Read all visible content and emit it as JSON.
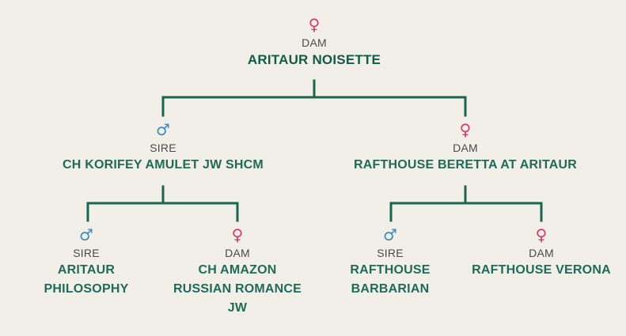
{
  "colors": {
    "background": "#f2efe9",
    "line": "#1b6450",
    "name_text": "#1f6b57",
    "female_icon": "#d03d6c",
    "male_icon": "#3a8bbf"
  },
  "pedigree": {
    "root": {
      "icon": "female-icon",
      "symbol": "♀",
      "role": "DAM",
      "name": "ARITAUR NOISETTE"
    },
    "sire": {
      "icon": "male-icon",
      "symbol": "♂",
      "role": "SIRE",
      "name": "CH KORIFEY AMULET JW SHCM"
    },
    "dam": {
      "icon": "female-icon",
      "symbol": "♀",
      "role": "DAM",
      "name": "RAFTHOUSE BERETTA AT ARITAUR"
    },
    "sire_sire": {
      "icon": "male-icon",
      "symbol": "♂",
      "role": "SIRE",
      "name_line1": "ARITAUR",
      "name_line2": "PHILOSOPHY"
    },
    "sire_dam": {
      "icon": "female-icon",
      "symbol": "♀",
      "role": "DAM",
      "name_line1": "CH AMAZON",
      "name_line2": "RUSSIAN ROMANCE",
      "name_line3": "JW"
    },
    "dam_sire": {
      "icon": "male-icon",
      "symbol": "♂",
      "role": "SIRE",
      "name_line1": "RAFTHOUSE",
      "name_line2": "BARBARIAN"
    },
    "dam_dam": {
      "icon": "female-icon",
      "symbol": "♀",
      "role": "DAM",
      "name": "RAFTHOUSE VERONA"
    }
  }
}
